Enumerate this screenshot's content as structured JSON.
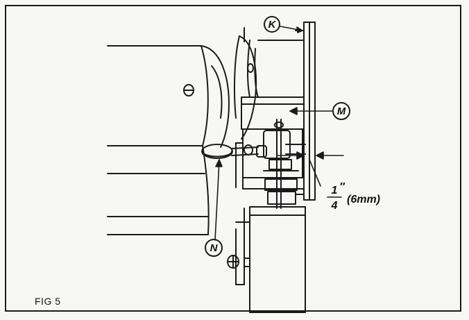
{
  "figure": {
    "caption": "FIG 5"
  },
  "callouts": {
    "k": "K",
    "m": "M",
    "n": "N"
  },
  "dimension": {
    "numerator": "1",
    "prime": "″",
    "denominator": "4",
    "metric": "(6mm)"
  }
}
